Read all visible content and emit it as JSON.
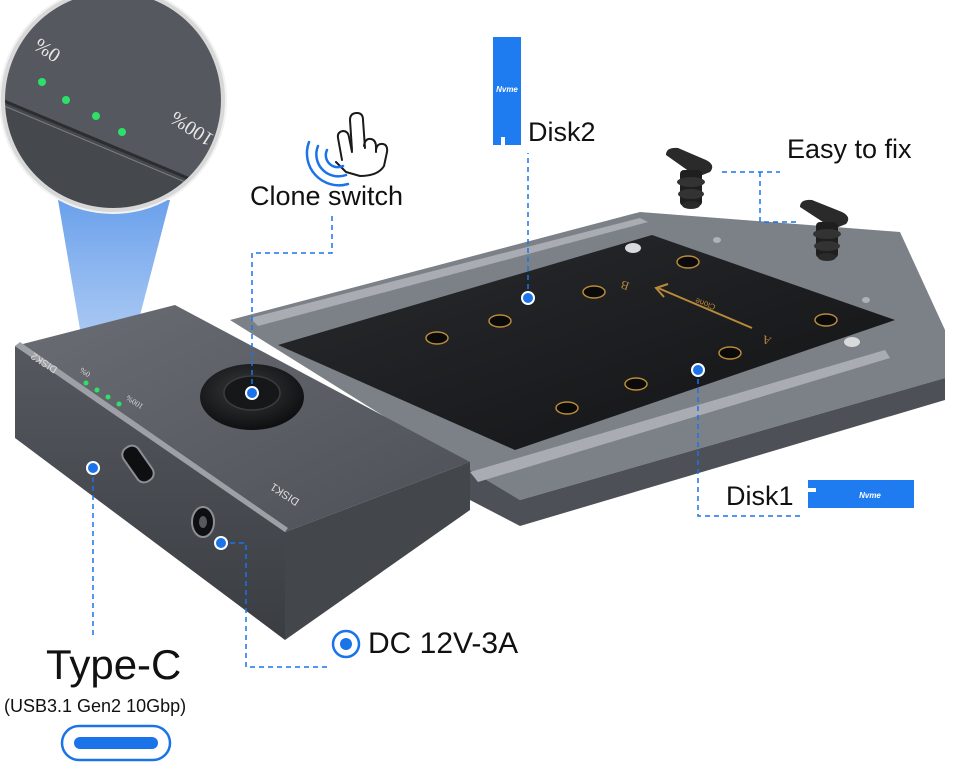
{
  "labels": {
    "clone_switch": "Clone switch",
    "disk2": "Disk2",
    "disk1": "Disk1",
    "easy_to_fix": "Easy to fix",
    "type_c": "Type-C",
    "type_c_spec": "(USB3.1 Gen2 10Gbp)",
    "dc_power": "DC 12V-3A"
  },
  "device": {
    "percent_low": "0%",
    "percent_high": "100%",
    "disk2_marking": "DISK2",
    "disk1_marking": "DISK1",
    "slot_a": "A",
    "slot_b": "B",
    "clone_marking": "Clone"
  },
  "ssd": {
    "brand": "Nvme"
  },
  "leds": {
    "lit": 4,
    "color": "#2ee06a"
  },
  "colors": {
    "accent_blue": "#1a73e8",
    "ssd_blue": "#1f7bf0",
    "body_gray": "#5e6268",
    "tray_black": "#1b1c1e"
  }
}
